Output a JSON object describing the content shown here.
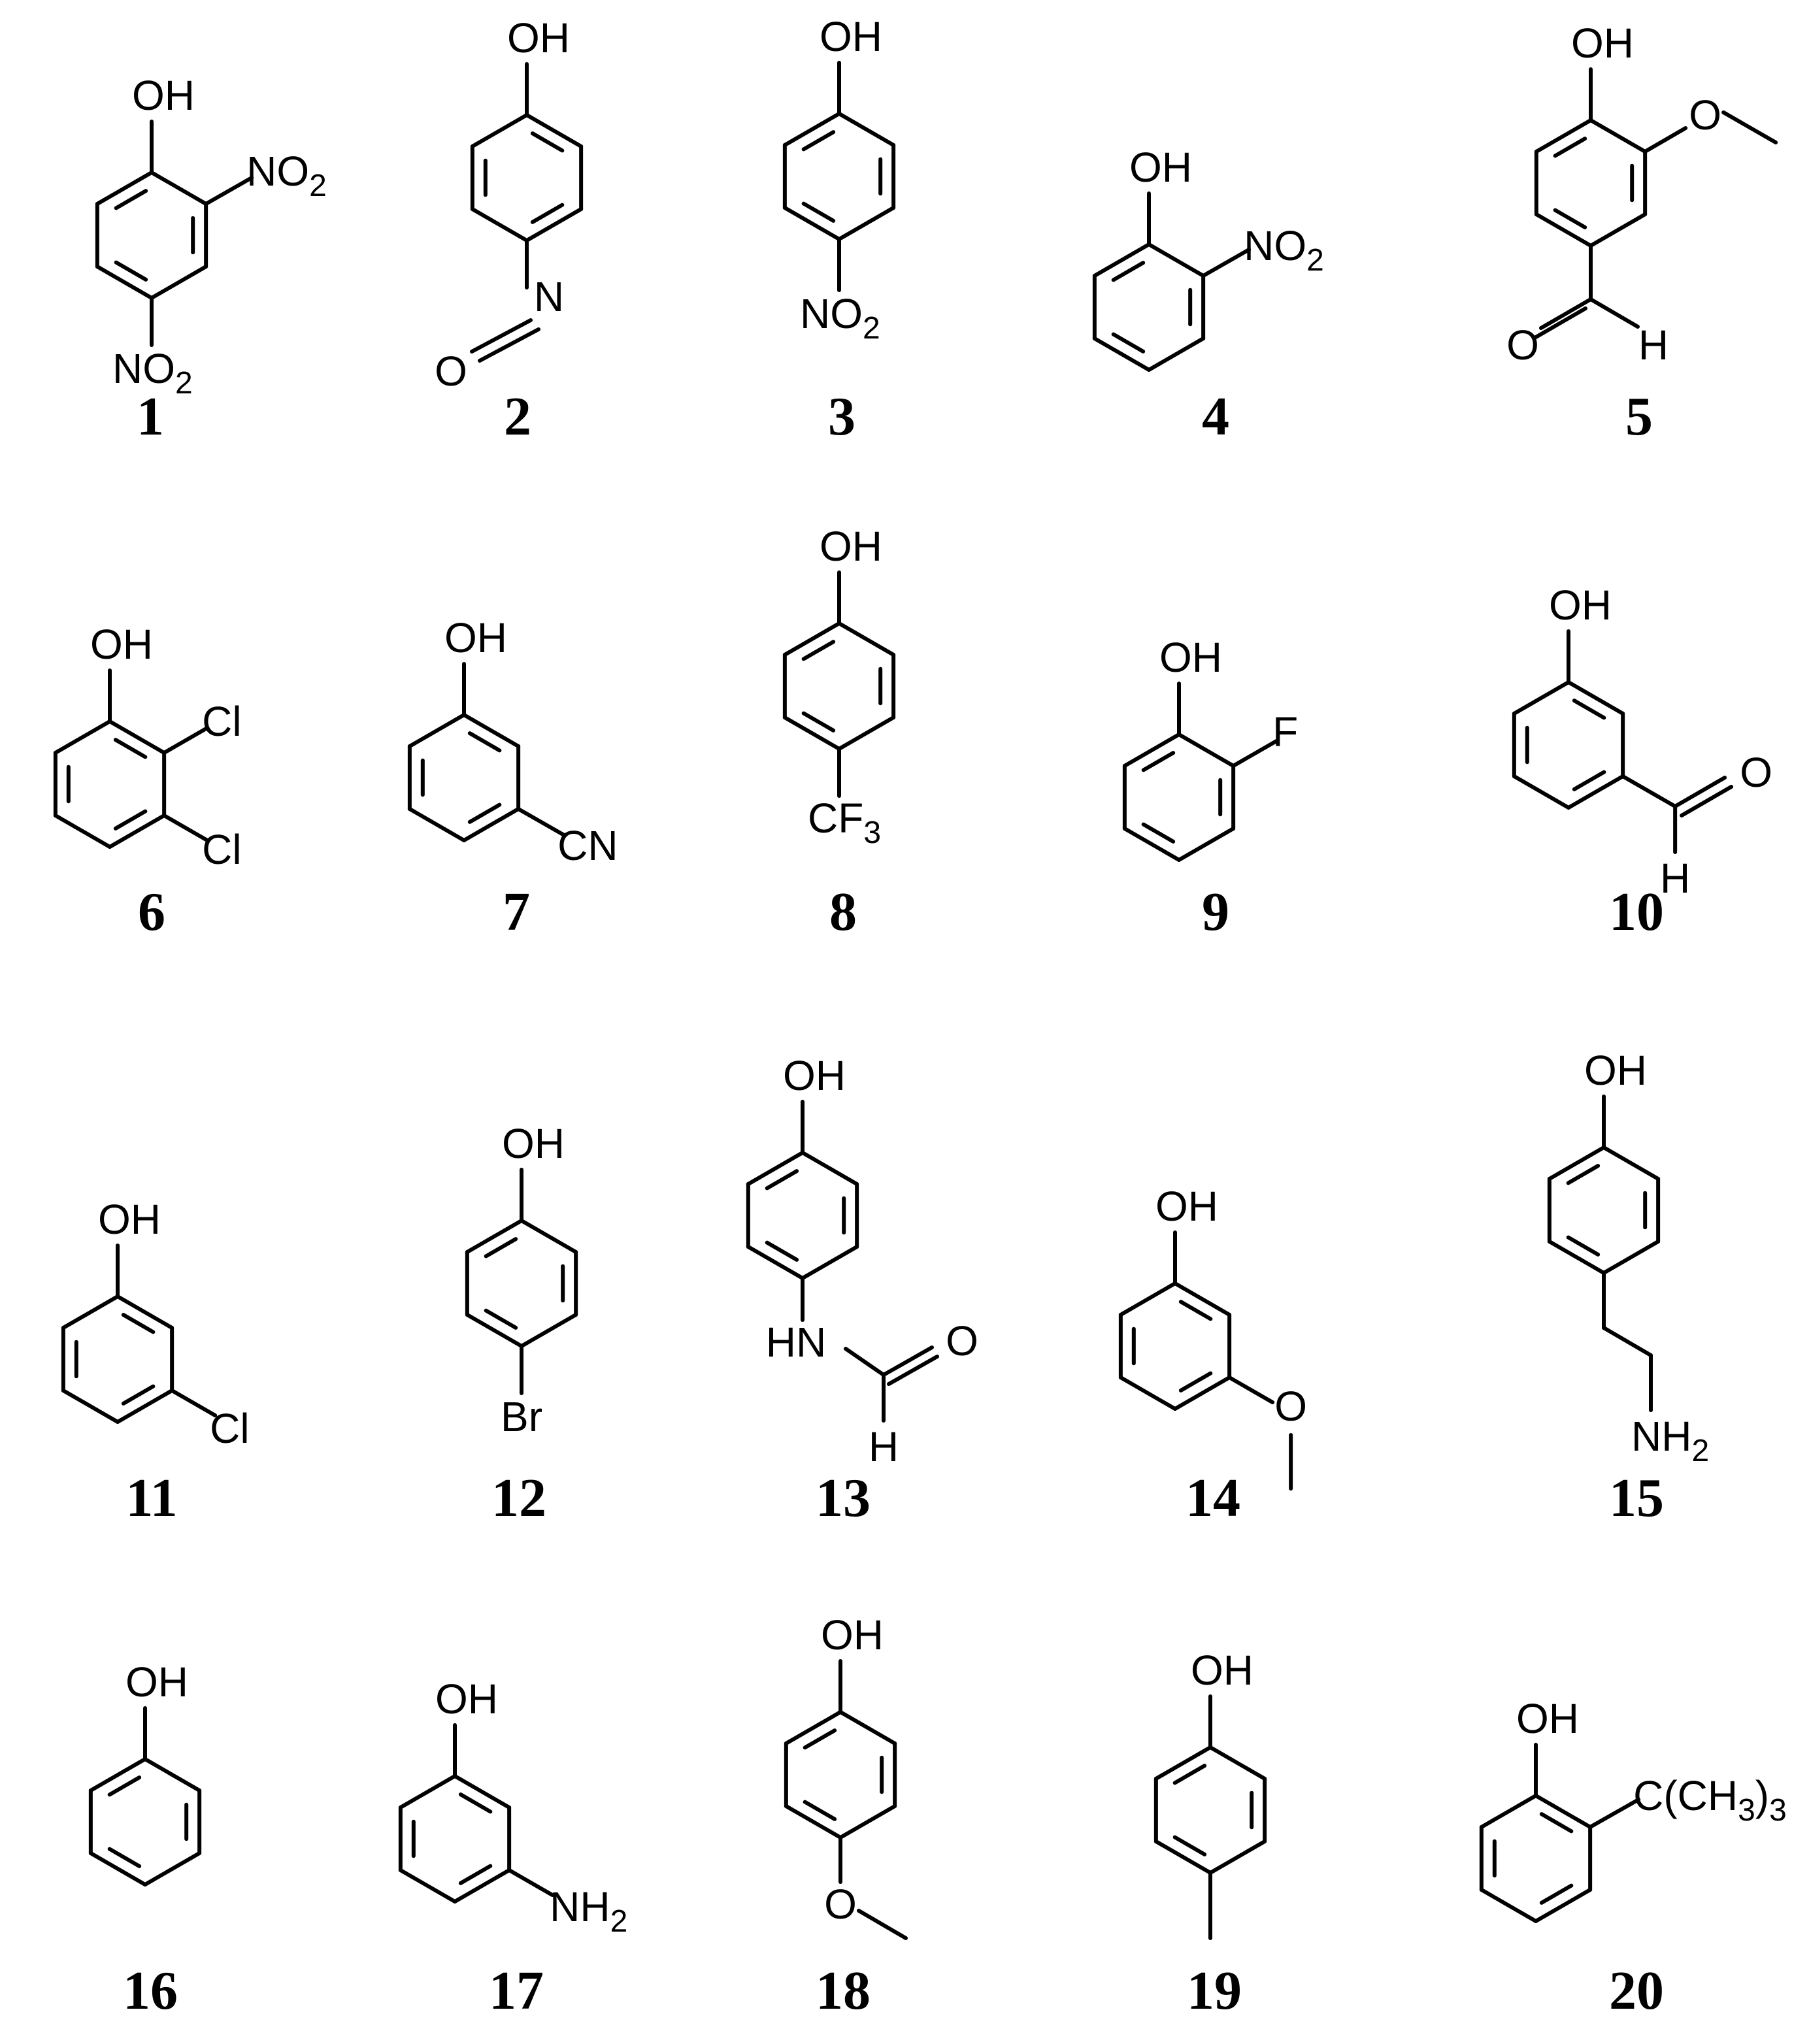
{
  "compounds": [
    {
      "id": "1",
      "labels": {
        "oh": "OH",
        "s1": "NO",
        "s1sub": "2",
        "s2": "NO",
        "s2sub": "2"
      }
    },
    {
      "id": "2",
      "labels": {
        "oh": "OH",
        "n": "N",
        "o": "O"
      }
    },
    {
      "id": "3",
      "labels": {
        "oh": "OH",
        "s1": "NO",
        "s1sub": "2"
      }
    },
    {
      "id": "4",
      "labels": {
        "oh": "OH",
        "s1": "NO",
        "s1sub": "2"
      }
    },
    {
      "id": "5",
      "labels": {
        "oh": "OH",
        "o": "O",
        "ald_o": "O",
        "ald_h": "H"
      }
    },
    {
      "id": "6",
      "labels": {
        "oh": "OH",
        "cl1": "Cl",
        "cl2": "Cl"
      }
    },
    {
      "id": "7",
      "labels": {
        "oh": "OH",
        "cn": "CN"
      }
    },
    {
      "id": "8",
      "labels": {
        "oh": "OH",
        "s1": "CF",
        "s1sub": "3"
      }
    },
    {
      "id": "9",
      "labels": {
        "oh": "OH",
        "f": "F"
      }
    },
    {
      "id": "10",
      "labels": {
        "oh": "OH",
        "ald_o": "O",
        "ald_h": "H"
      }
    },
    {
      "id": "11",
      "labels": {
        "oh": "OH",
        "cl": "Cl"
      }
    },
    {
      "id": "12",
      "labels": {
        "oh": "OH",
        "br": "Br"
      }
    },
    {
      "id": "13",
      "labels": {
        "oh": "OH",
        "hn": "HN",
        "o": "O",
        "h": "H"
      }
    },
    {
      "id": "14",
      "labels": {
        "oh": "OH",
        "o": "O"
      }
    },
    {
      "id": "15",
      "labels": {
        "oh": "OH",
        "s1": "NH",
        "s1sub": "2"
      }
    },
    {
      "id": "16",
      "labels": {
        "oh": "OH"
      }
    },
    {
      "id": "17",
      "labels": {
        "oh": "OH",
        "s1": "NH",
        "s1sub": "2"
      }
    },
    {
      "id": "18",
      "labels": {
        "oh": "OH",
        "o": "O"
      }
    },
    {
      "id": "19",
      "labels": {
        "oh": "OH"
      }
    },
    {
      "id": "20",
      "labels": {
        "oh": "OH",
        "s1": "C(CH",
        "s1sub": "3",
        "s1b": ")",
        "s1sub2": "3"
      }
    }
  ]
}
